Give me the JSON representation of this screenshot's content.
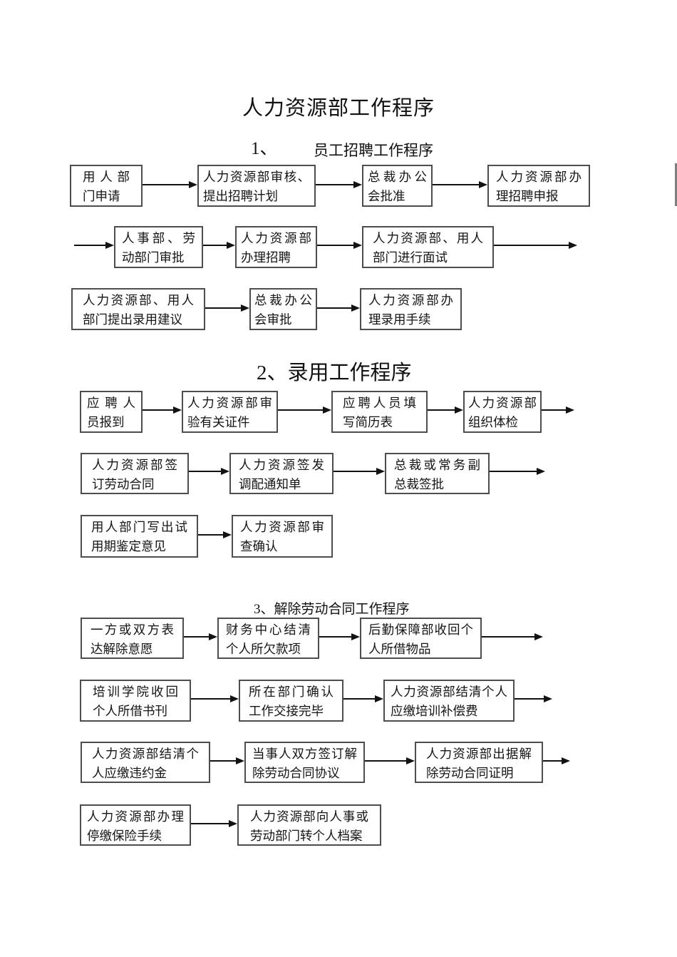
{
  "document": {
    "title": "人力资源部工作程序"
  },
  "sections": [
    {
      "number": "1、",
      "title": "员工招聘工作程序",
      "rows": [
        {
          "boxes": [
            "用人部门申请",
            "人力资源部审核、提出招聘计划",
            "总裁办公会批准",
            "人力资源部办理招聘申报"
          ]
        },
        {
          "boxes": [
            "人事部、劳动部门审批",
            "人力资源部办理招聘",
            "人力资源部、用人部门进行面试"
          ]
        },
        {
          "boxes": [
            "人力资源部、用人部门提出录用建议",
            "总裁办公会审批",
            "人力资源部办理录用手续"
          ]
        }
      ]
    },
    {
      "number": "2、",
      "title": "录用工作程序",
      "rows": [
        {
          "boxes": [
            "应聘人员报到",
            "人力资源部审验有关证件",
            "应聘人员填写简历表",
            "人力资源部组织体检"
          ]
        },
        {
          "boxes": [
            "人力资源部签订劳动合同",
            "人力资源签发调配通知单",
            "总裁或常务副总裁签批"
          ]
        },
        {
          "boxes": [
            "用人部门写出试用期鉴定意见",
            "人力资源部审查确认"
          ]
        }
      ]
    },
    {
      "number": "3、",
      "title": "解除劳动合同工作程序",
      "rows": [
        {
          "boxes": [
            "一方或双方表达解除意愿",
            "财务中心结清个人所欠款项",
            "后勤保障部收回个人所借物品"
          ]
        },
        {
          "boxes": [
            "培训学院收回个人所借书刊",
            "所在部门确认工作交接完毕",
            "人力资源部结清个人应缴培训补偿费"
          ]
        },
        {
          "boxes": [
            "人力资源部结清个人应缴违约金",
            "当事人双方签订解除劳动合同协议",
            "人力资源部出据解除劳动合同证明"
          ]
        },
        {
          "boxes": [
            "人力资源部办理停缴保险手续",
            "人力资源部向人事或劳动部门转个人档案"
          ]
        }
      ]
    }
  ]
}
